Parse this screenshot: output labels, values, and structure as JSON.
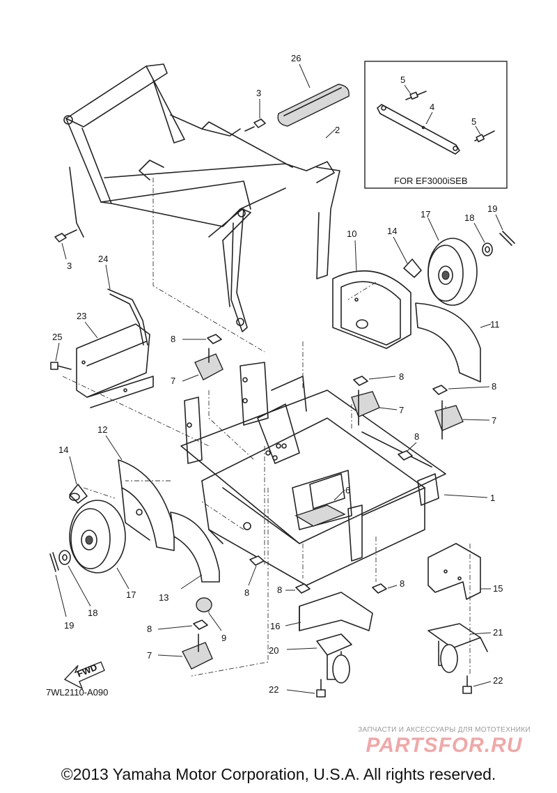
{
  "diagram": {
    "labels": {
      "l1": "1",
      "l2": "2",
      "l3a": "3",
      "l3b": "3",
      "l4": "4",
      "l5a": "5",
      "l5b": "5",
      "l6": "6",
      "l7a": "7",
      "l7b": "7",
      "l7c": "7",
      "l7d": "7",
      "l8a": "8",
      "l8b": "8",
      "l8c": "8",
      "l8d": "8",
      "l8e": "8",
      "l8f": "8",
      "l8g": "8",
      "l8h": "8",
      "l9": "9",
      "l10": "10",
      "l11": "11",
      "l12": "12",
      "l13": "13",
      "l14a": "14",
      "l14b": "14",
      "l15": "15",
      "l16": "16",
      "l17a": "17",
      "l17b": "17",
      "l18a": "18",
      "l18b": "18",
      "l19a": "19",
      "l19b": "19",
      "l20": "20",
      "l21": "21",
      "l22a": "22",
      "l22b": "22",
      "l23": "23",
      "l24": "24",
      "l25": "25",
      "l26": "26"
    },
    "inset_caption": "FOR  EF3000iSEB",
    "fwd_label": "FWD",
    "diagram_ref": "7WL2110-A090"
  },
  "watermark": {
    "line1": "ЗАПЧАСТИ И АКСЕССУАРЫ ДЛЯ МОТОТЕХНИКИ",
    "line2": "PARTSFOR.RU"
  },
  "footer": {
    "copyright": "©2013 Yamaha Motor Corporation, U.S.A. All rights reserved."
  }
}
